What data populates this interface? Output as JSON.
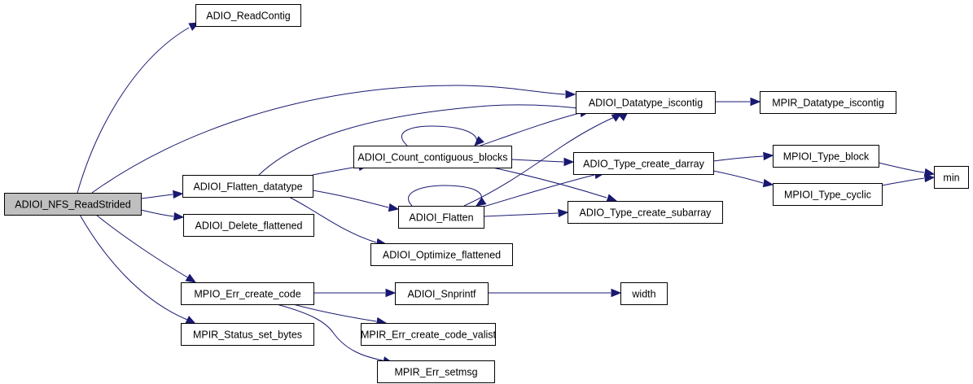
{
  "diagram": {
    "type": "call-graph",
    "root": "ADIOI_NFS_ReadStrided",
    "colors": {
      "root_fill": "#bfbfbf",
      "node_fill": "#ffffff",
      "edge": "#191970",
      "border": "#000000"
    },
    "nodes": [
      {
        "id": "root",
        "label": "ADIOI_NFS_ReadStrided",
        "highlight": true
      },
      {
        "id": "readcontig",
        "label": "ADIO_ReadContig"
      },
      {
        "id": "dt_iscontig",
        "label": "ADIOI_Datatype_iscontig"
      },
      {
        "id": "mpir_dt_iscontig",
        "label": "MPIR_Datatype_iscontig"
      },
      {
        "id": "count_blocks",
        "label": "ADIOI_Count_contiguous_blocks"
      },
      {
        "id": "flatten_dt",
        "label": "ADIOI_Flatten_datatype"
      },
      {
        "id": "darray",
        "label": "ADIO_Type_create_darray"
      },
      {
        "id": "type_block",
        "label": "MPIOI_Type_block"
      },
      {
        "id": "min",
        "label": "min"
      },
      {
        "id": "flatten",
        "label": "ADIOI_Flatten"
      },
      {
        "id": "type_cyclic",
        "label": "MPIOI_Type_cyclic"
      },
      {
        "id": "subarray",
        "label": "ADIO_Type_create_subarray"
      },
      {
        "id": "delete_flat",
        "label": "ADIOI_Delete_flattened"
      },
      {
        "id": "optimize_flat",
        "label": "ADIOI_Optimize_flattened"
      },
      {
        "id": "err_create",
        "label": "MPIO_Err_create_code"
      },
      {
        "id": "snprintf",
        "label": "ADIOI_Snprintf"
      },
      {
        "id": "width",
        "label": "width"
      },
      {
        "id": "status_bytes",
        "label": "MPIR_Status_set_bytes"
      },
      {
        "id": "err_valist",
        "label": "MPIR_Err_create_code_valist"
      },
      {
        "id": "err_setmsg",
        "label": "MPIR_Err_setmsg"
      }
    ],
    "edges": [
      {
        "from": "root",
        "to": "readcontig"
      },
      {
        "from": "root",
        "to": "dt_iscontig"
      },
      {
        "from": "root",
        "to": "flatten_dt"
      },
      {
        "from": "root",
        "to": "delete_flat"
      },
      {
        "from": "root",
        "to": "err_create"
      },
      {
        "from": "root",
        "to": "status_bytes"
      },
      {
        "from": "dt_iscontig",
        "to": "mpir_dt_iscontig"
      },
      {
        "from": "flatten_dt",
        "to": "dt_iscontig"
      },
      {
        "from": "flatten_dt",
        "to": "count_blocks"
      },
      {
        "from": "flatten_dt",
        "to": "flatten"
      },
      {
        "from": "flatten_dt",
        "to": "optimize_flat"
      },
      {
        "from": "count_blocks",
        "to": "count_blocks"
      },
      {
        "from": "count_blocks",
        "to": "dt_iscontig"
      },
      {
        "from": "count_blocks",
        "to": "darray"
      },
      {
        "from": "count_blocks",
        "to": "subarray"
      },
      {
        "from": "flatten",
        "to": "flatten"
      },
      {
        "from": "flatten",
        "to": "dt_iscontig"
      },
      {
        "from": "flatten",
        "to": "darray"
      },
      {
        "from": "flatten",
        "to": "subarray"
      },
      {
        "from": "darray",
        "to": "type_block"
      },
      {
        "from": "darray",
        "to": "type_cyclic"
      },
      {
        "from": "type_block",
        "to": "min"
      },
      {
        "from": "type_cyclic",
        "to": "min"
      },
      {
        "from": "err_create",
        "to": "snprintf"
      },
      {
        "from": "err_create",
        "to": "err_valist"
      },
      {
        "from": "err_create",
        "to": "err_setmsg"
      },
      {
        "from": "snprintf",
        "to": "width"
      }
    ]
  }
}
